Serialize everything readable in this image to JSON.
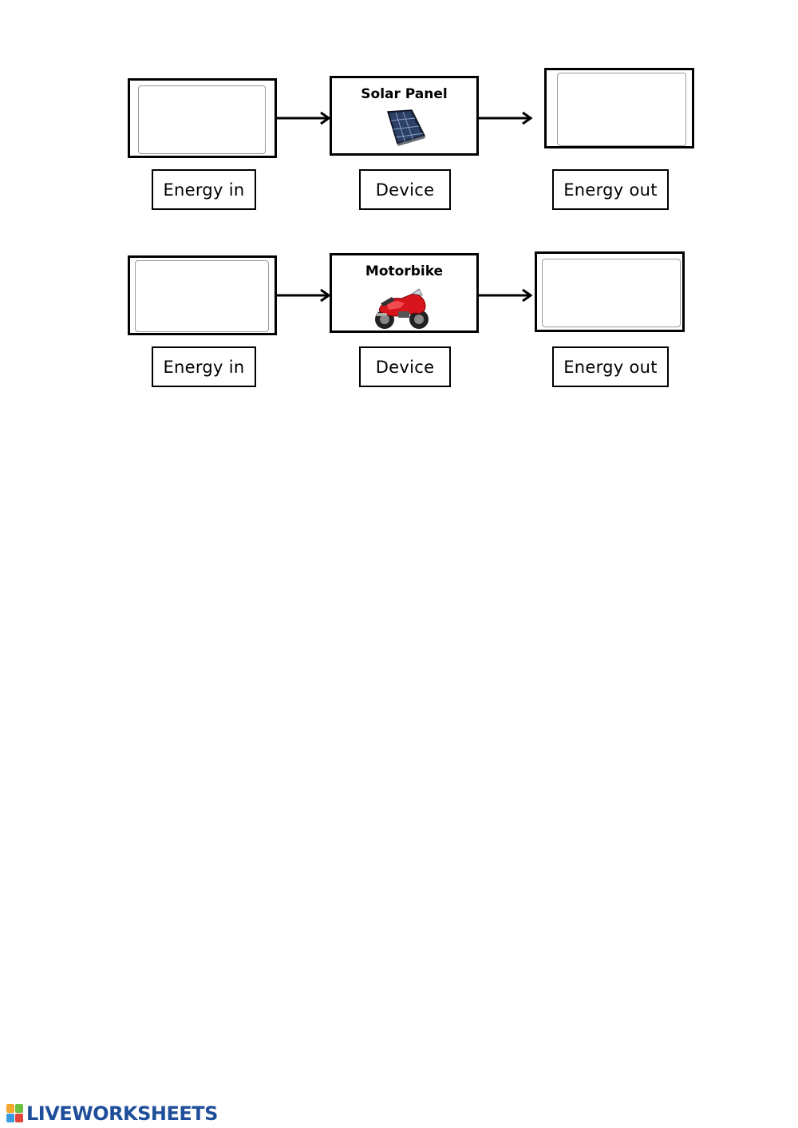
{
  "rows": [
    {
      "device_title": "Solar Panel",
      "device_icon": "solar-panel-icon",
      "labels": {
        "energy_in": "Energy in",
        "device": "Device",
        "energy_out": "Energy out"
      }
    },
    {
      "device_title": "Motorbike",
      "device_icon": "motorbike-icon",
      "labels": {
        "energy_in": "Energy in",
        "device": "Device",
        "energy_out": "Energy out"
      }
    }
  ],
  "footer": {
    "logo_text": "LIVEWORKSHEETS",
    "logo_icon": "liveworksheets-logo-icon"
  },
  "colors": {
    "logo_blue": "#1f4e9a",
    "motorbike_red": "#d8141c"
  }
}
